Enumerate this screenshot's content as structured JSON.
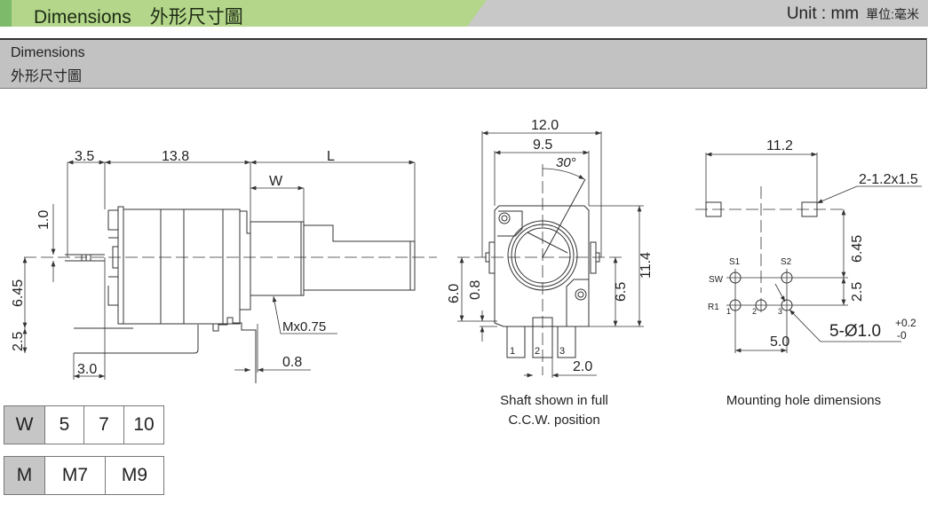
{
  "header": {
    "title": "Dimensions　外形尺寸圖",
    "unit": "Unit : mm",
    "unit_cn": "單位:毫米",
    "accent": "#b3d68a"
  },
  "section": {
    "title_en": "Dimensions",
    "title_cn": "外形尺寸圖"
  },
  "side_view": {
    "d_3_5": "3.5",
    "d_13_8": "13.8",
    "d_L": "L",
    "d_W": "W",
    "d_1_0": "1.0",
    "d_6_45": "6.45",
    "d_2_5": "2.5",
    "d_3_0": "3.0",
    "thread": "Mx0.75",
    "d_0_8": "0.8"
  },
  "front_view": {
    "d_12_0": "12.0",
    "d_9_5": "9.5",
    "angle": "30°",
    "d_11_4": "11.4",
    "d_6_5": "6.5",
    "d_6_0": "6.0",
    "d_0_8": "0.8",
    "d_2_0": "2.0",
    "pin1": "1",
    "pin2": "2",
    "pin3": "3",
    "caption_1": "Shaft shown in full",
    "caption_2": "C.C.W. position"
  },
  "mount_view": {
    "d_11_2": "11.2",
    "slot": "2-1.2x1.5",
    "d_6_45": "6.45",
    "d_2_5": "2.5",
    "d_5_0": "5.0",
    "hole": "5-Ø1.0",
    "tol_plus": "+0.2",
    "tol_minus": "-0",
    "s1": "S1",
    "s2": "S2",
    "sw": "SW",
    "r1": "R1",
    "p1": "1",
    "p2": "2",
    "p3": "3",
    "caption": "Mounting hole dimensions"
  },
  "tables": {
    "w": {
      "label": "W",
      "values": [
        "5",
        "7",
        "10"
      ]
    },
    "m": {
      "label": "M",
      "values": [
        "M7",
        "M9"
      ]
    }
  }
}
